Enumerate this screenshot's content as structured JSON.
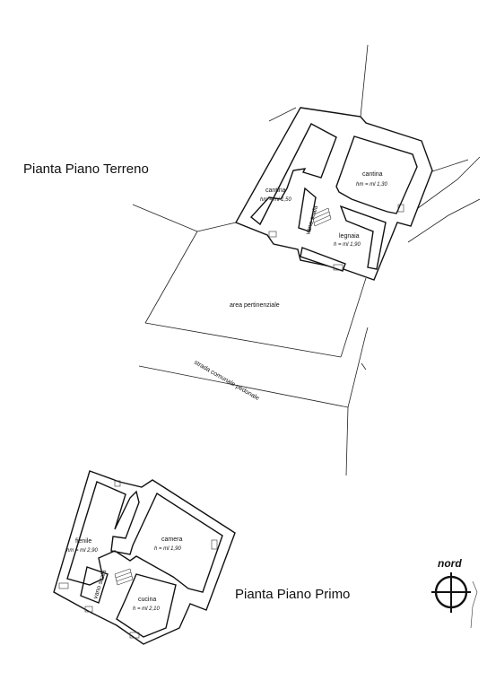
{
  "titles": {
    "ground_floor": "Pianta Piano Terreno",
    "first_floor": "Pianta Piano Primo"
  },
  "ground_floor": {
    "rooms": {
      "cantina_left": {
        "name": "cantina",
        "height": "hm = ml 1,50"
      },
      "cantina_right": {
        "name": "cantina",
        "height": "hm = ml 1,30"
      },
      "legnaia": {
        "name": "legnaia",
        "height": "h = ml 1,90"
      },
      "vano_scala": {
        "name": "vano scala"
      }
    },
    "area_label": "area pertinenziale",
    "road_label": "strada comunale pedonale"
  },
  "first_floor": {
    "rooms": {
      "fienile": {
        "name": "fienile",
        "height": "hm = ml 2,90"
      },
      "camera": {
        "name": "camera",
        "height": "h = ml 1,90"
      },
      "cucina": {
        "name": "cucina",
        "height": "h = ml 2,10"
      },
      "vano_scala": {
        "name": "vano scala"
      }
    }
  },
  "compass": {
    "label": "nord"
  }
}
